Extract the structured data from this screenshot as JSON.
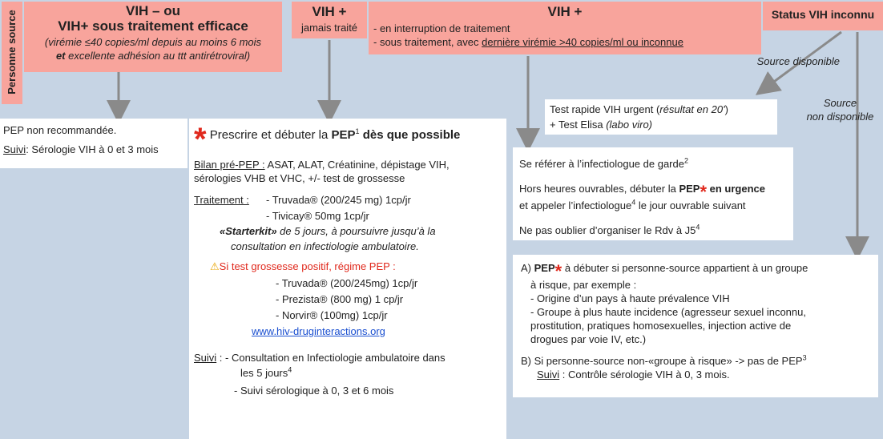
{
  "sidebar_label": "Personne source",
  "col1": {
    "title1": "VIH – ou",
    "title2": "VIH+ sous traitement efficace",
    "note_a": "(virémie ≤40 copies/ml depuis au moins 6 mois",
    "note_b_bold": "et",
    "note_b": " excellente adhésion au ttt antirétroviral)"
  },
  "col2": {
    "title": "VIH +",
    "subtitle": "jamais traité"
  },
  "col3": {
    "title": "VIH +",
    "line1": "- en interruption de traitement",
    "line2_a": "- sous traitement, avec ",
    "line2_u": "dernière virémie >40 copies/ml ou inconnue"
  },
  "col4": {
    "title": "Status VIH inconnu"
  },
  "labels": {
    "source_dispo": "Source disponible",
    "source_non1": "Source",
    "source_non2": "non disponible"
  },
  "box_pep_non": {
    "line1": "PEP non recommandée.",
    "suivi_label": "Suivi",
    "suivi_text": ": Sérologie VIH à 0 et 3 mois"
  },
  "box_prescrire": {
    "asterisk": "*",
    "head_a": "Prescrire et débuter la ",
    "head_pep": "PEP",
    "head_sup": "1",
    "head_b": " dès que possible",
    "bilan_label": "Bilan pré-PEP :",
    "bilan_text": "  ASAT, ALAT, Créatinine, dépistage VIH,",
    "bilan_text2": "sérologies VHB et VHC, +/- test de grossesse",
    "trait_label": "Traitement :",
    "trait1": "- Truvada® (200/245 mg) 1cp/jr",
    "trait2": "- Tivicay® 50mg 1cp/jr",
    "starter_a": "«",
    "starter_b": "Starterkit»",
    "starter_c": " de 5 jours, à poursuivre jusqu’à la",
    "starter_d": "consultation en infectiologie ambulatoire.",
    "warn_icon": "warning-icon",
    "grossesse": "Si test grossesse positif, régime PEP :",
    "g1": "- Truvada® (200/245mg) 1cp/jr",
    "g2": "- Prezista® (800 mg) 1 cp/jr",
    "g3": "- Norvir® (100mg) 1cp/jr",
    "url": "www.hiv-druginteractions.org",
    "suivi_label": "Suivi",
    "suivi1": " : - Consultation en Infectiologie ambulatoire dans",
    "suivi1b": "les 5 jours",
    "suivi1b_sup": "4",
    "suivi2": "- Suivi sérologique à 0, 3 et 6 mois"
  },
  "box_test": {
    "line1_a": "Test rapide VIH urgent (",
    "line1_i": "résultat en 20'",
    "line1_b": ")",
    "line2_a": "+ Test Elisa ",
    "line2_i": "(labo viro)"
  },
  "box_referer": {
    "l1": "Se référer à l’infectiologue de garde",
    "l1_sup": "2",
    "l2_a": "Hors heures ouvrables, débuter la ",
    "l2_pep": "PEP",
    "l2_b": " en urgence",
    "l3_a": "et appeler l’infectiologue",
    "l3_sup": "4",
    "l3_b": " le jour ouvrable suivant",
    "l4": "Ne pas oublier d’organiser le Rdv à J5",
    "l4_sup": "4"
  },
  "box_inconnu": {
    "a_label": "A) ",
    "a_pep": "PEP",
    "a_text": " à débuter si personne-source appartient à un groupe",
    "a_text2": "à risque, par exemple :",
    "a_1": "- Origine d’un pays à haute prévalence VIH",
    "a_2": "- Groupe à plus haute incidence (agresseur sexuel inconnu,",
    "a_3": "prostitution, pratiques homosexuelles, injection active de",
    "a_4": "drogues par voie IV, etc.)",
    "b_text": "B) Si personne-source non-«groupe à risque» -> pas de PEP",
    "b_sup": "3",
    "b_suivi_label": "Suivi",
    "b_suivi": " : Contrôle sérologie VIH à 0, 3 mois."
  }
}
